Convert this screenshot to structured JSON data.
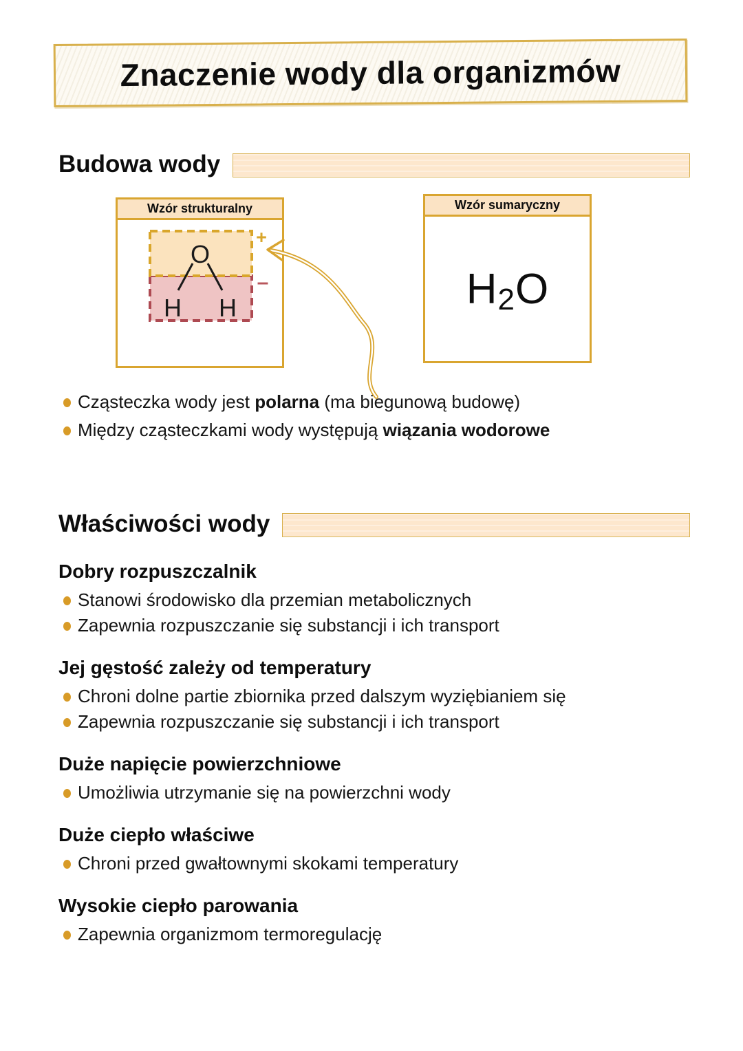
{
  "page": {
    "title": "Znaczenie wody dla organizmów"
  },
  "colors": {
    "gold_border": "#D9A530",
    "peach_header_band": "#FBE3C4",
    "peach_highlight_bar": "#FDE7CD",
    "polar_positive_fill": "#FBE3BE",
    "polar_positive_dash": "#D9A62B",
    "polar_negative_fill": "#EFC4C4",
    "polar_negative_dash": "#AE4A52",
    "bullet_dot": "#D89B27",
    "text": "#111111"
  },
  "sections": {
    "budowa": {
      "heading": "Budowa wody",
      "structural_box": {
        "header": "Wzór strukturalny",
        "oxygen": "O",
        "hydrogen_left": "H",
        "hydrogen_right": "H",
        "plus_sign": "+",
        "minus_sign": "–"
      },
      "summary_box": {
        "header": "Wzór sumaryczny",
        "formula_h": "H",
        "formula_sub": "2",
        "formula_o": "O"
      },
      "bullets": [
        {
          "segments": [
            {
              "text": "Cząsteczka wody jest ",
              "bold": false
            },
            {
              "text": "polarna",
              "bold": true
            },
            {
              "text": " (ma biegunową budowę)",
              "bold": false
            }
          ]
        },
        {
          "segments": [
            {
              "text": "Między cząsteczkami wody występują ",
              "bold": false
            },
            {
              "text": "wiązania wodorowe",
              "bold": true
            }
          ]
        }
      ]
    },
    "wlasciwosci": {
      "heading": "Właściwości wody",
      "groups": [
        {
          "title": "Dobry rozpuszczalnik",
          "bullets": [
            "Stanowi środowisko dla przemian metabolicznych",
            "Zapewnia rozpuszczanie się substancji i ich transport"
          ]
        },
        {
          "title": "Jej gęstość zależy od temperatury",
          "bullets": [
            "Chroni dolne partie zbiornika przed dalszym wyziębianiem się",
            "Zapewnia rozpuszczanie się substancji i ich transport"
          ]
        },
        {
          "title": "Duże napięcie powierzchniowe",
          "bullets": [
            "Umożliwia utrzymanie się na powierzchni wody"
          ]
        },
        {
          "title": "Duże ciepło właściwe",
          "bullets": [
            "Chroni przed gwałtownymi skokami temperatury"
          ]
        },
        {
          "title": "Wysokie ciepło parowania",
          "bullets": [
            "Zapewnia organizmom termoregulację"
          ]
        }
      ]
    }
  }
}
